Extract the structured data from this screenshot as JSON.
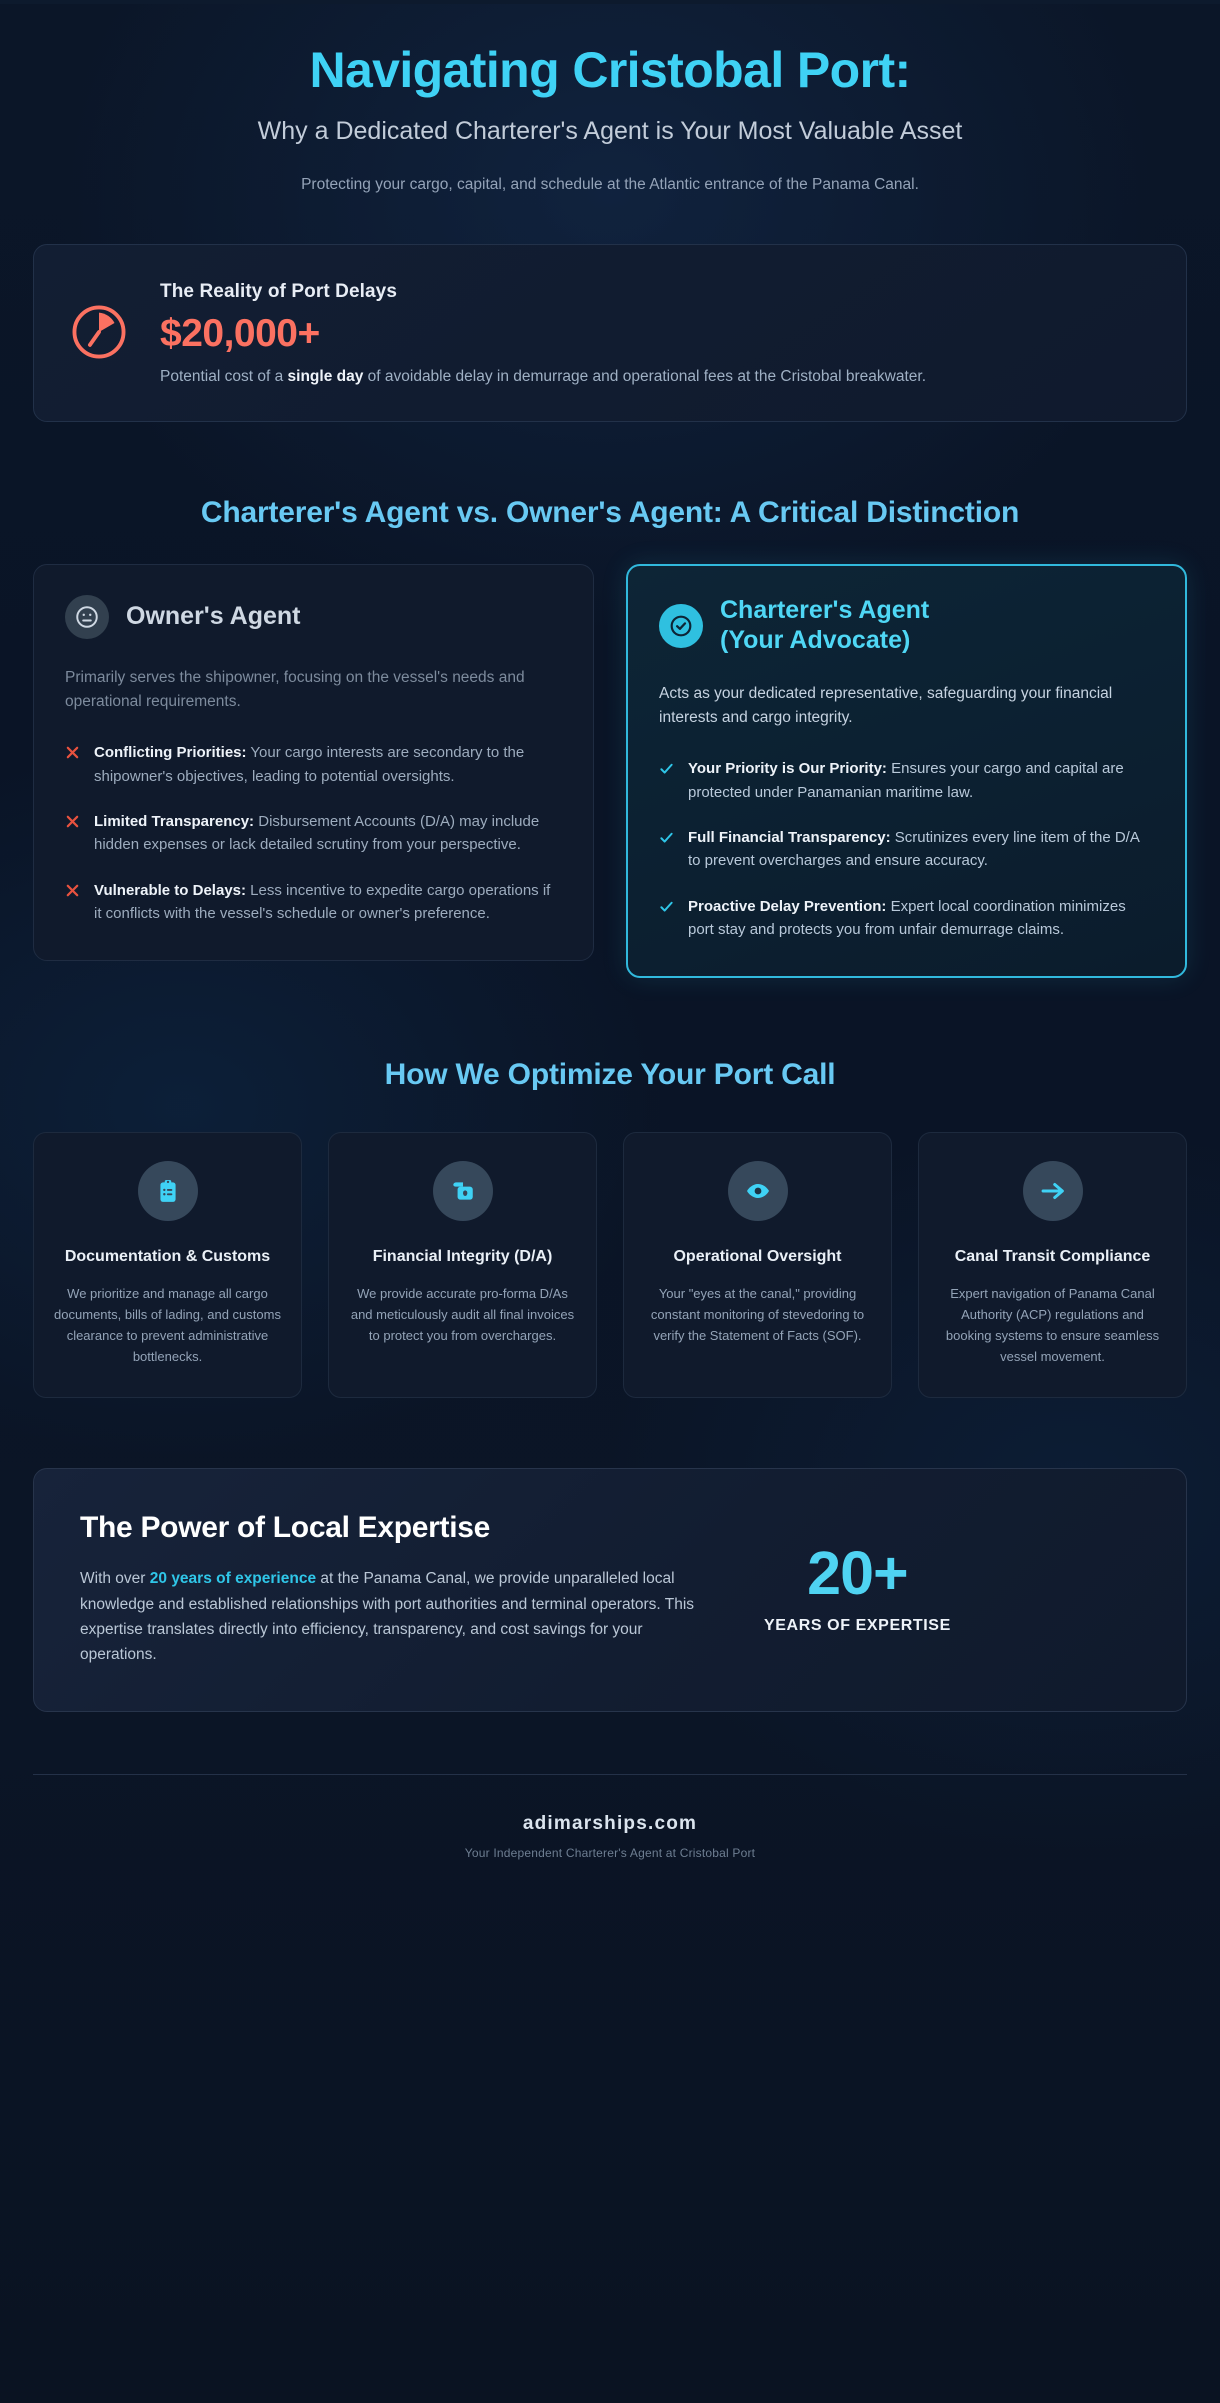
{
  "header": {
    "title": "Navigating Cristobal Port:",
    "subtitle": "Why a Dedicated Charterer's Agent is Your Most Valuable Asset",
    "tagline": "Protecting your cargo, capital, and schedule at the Atlantic entrance of the Panama Canal."
  },
  "stat_card": {
    "icon": "clock-icon",
    "label": "The Reality of Port Delays",
    "value": "$20,000+",
    "desc_before": "Potential cost of a ",
    "desc_bold": "single day",
    "desc_after": " of avoidable delay in demurrage and operational fees at the Cristobal breakwater."
  },
  "compare": {
    "heading": "Charterer's Agent vs. Owner's Agent: A Critical Distinction",
    "owner": {
      "icon": "neutral-face-icon",
      "title": "Owner's Agent",
      "lead": "Primarily serves the shipowner, focusing on the vessel's needs and operational requirements.",
      "mark": "x-mark-icon",
      "items": [
        {
          "bold": "Conflicting Priorities:",
          "text": " Your cargo interests are secondary to the shipowner's objectives, leading to potential oversights."
        },
        {
          "bold": "Limited Transparency:",
          "text": " Disbursement Accounts (D/A) may include hidden expenses or lack detailed scrutiny from your perspective."
        },
        {
          "bold": "Vulnerable to Delays:",
          "text": " Less incentive to expedite cargo operations if it conflicts with the vessel's schedule or owner's preference."
        }
      ]
    },
    "charterer": {
      "icon": "check-circle-icon",
      "title_line1": "Charterer's Agent",
      "title_line2": "(Your Advocate)",
      "lead": "Acts as your dedicated representative, safeguarding your financial interests and cargo integrity.",
      "mark": "check-mark-icon",
      "items": [
        {
          "bold": "Your Priority is Our Priority:",
          "text": " Ensures your cargo and capital are protected under Panamanian maritime law."
        },
        {
          "bold": "Full Financial Transparency:",
          "text": " Scrutinizes every line item of the D/A to prevent overcharges and ensure accuracy."
        },
        {
          "bold": "Proactive Delay Prevention:",
          "text": " Expert local coordination minimizes port stay and protects you from unfair demurrage claims."
        }
      ]
    }
  },
  "optimize": {
    "heading": "How We Optimize Your Port Call",
    "cards": [
      {
        "icon": "clipboard-list-icon",
        "title": "Documentation & Customs",
        "text": "We prioritize and manage all cargo documents, bills of lading, and customs clearance to prevent administrative bottlenecks."
      },
      {
        "icon": "wallet-icon",
        "title": "Financial Integrity (D/A)",
        "text": "We provide accurate pro-forma D/As and meticulously audit all final invoices to protect you from overcharges."
      },
      {
        "icon": "eye-icon",
        "title": "Operational Oversight",
        "text": "Your \"eyes at the canal,\" providing constant monitoring of stevedoring to verify the Statement of Facts (SOF)."
      },
      {
        "icon": "arrow-right-icon",
        "title": "Canal Transit Compliance",
        "text": "Expert navigation of Panama Canal Authority (ACP) regulations and booking systems to ensure seamless vessel movement."
      }
    ]
  },
  "expertise": {
    "title": "The Power of Local Expertise",
    "text_before": "With over ",
    "text_highlight": "20 years of experience",
    "text_after": " at the Panama Canal, we provide unparalleled local knowledge and established relationships with port authorities and terminal operators. This expertise translates directly into efficiency, transparency, and cost savings for your operations.",
    "number": "20+",
    "caption": "YEARS OF EXPERTISE"
  },
  "footer": {
    "brand": "adimarships.com",
    "note": "Your Independent Charterer's Agent at Cristobal Port"
  },
  "colors": {
    "accent_cyan": "#3fd2f5",
    "heading_blue": "#68c9f3",
    "danger_red": "#fb7161",
    "x_red": "#e8523f",
    "check_cyan": "#2fc6e8",
    "background": "#0a1426"
  }
}
